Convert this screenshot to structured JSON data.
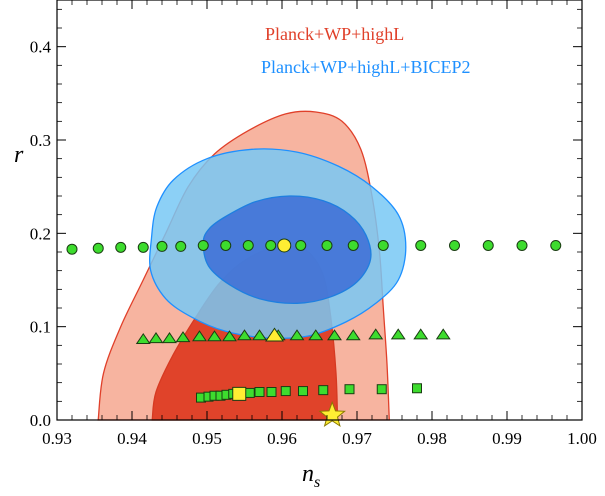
{
  "chart_data": {
    "type": "scatter",
    "xlabel_main": "n",
    "xlabel_sub": "s",
    "ylabel": "r",
    "xlim": [
      0.93,
      1.0
    ],
    "ylim": [
      0.0,
      0.45
    ],
    "x_ticks": [
      "0.93",
      "0.94",
      "0.95",
      "0.96",
      "0.97",
      "0.98",
      "0.99",
      "1.00"
    ],
    "x_tick_values": [
      0.93,
      0.94,
      0.95,
      0.96,
      0.97,
      0.98,
      0.99,
      1.0
    ],
    "y_ticks": [
      "0.0",
      "0.1",
      "0.2",
      "0.3",
      "0.4"
    ],
    "y_tick_values": [
      0.0,
      0.1,
      0.2,
      0.3,
      0.4
    ],
    "legend": [
      {
        "label": "Planck+WP+highL",
        "color": "#e0402a"
      },
      {
        "label": "Planck+WP+highL+BICEP2",
        "color": "#1e90ff"
      }
    ],
    "contours": [
      {
        "name": "planck-outer",
        "fill": "#f7b4a0",
        "stroke": "#e0402a",
        "points": [
          [
            0.9355,
            0.0
          ],
          [
            0.9362,
            0.05
          ],
          [
            0.9385,
            0.1
          ],
          [
            0.9415,
            0.15
          ],
          [
            0.9445,
            0.2
          ],
          [
            0.9475,
            0.25
          ],
          [
            0.951,
            0.285
          ],
          [
            0.9555,
            0.31
          ],
          [
            0.9605,
            0.328
          ],
          [
            0.9645,
            0.33
          ],
          [
            0.968,
            0.32
          ],
          [
            0.9705,
            0.29
          ],
          [
            0.972,
            0.24
          ],
          [
            0.973,
            0.18
          ],
          [
            0.9735,
            0.12
          ],
          [
            0.974,
            0.06
          ],
          [
            0.9743,
            0.0
          ]
        ]
      },
      {
        "name": "planck-inner",
        "fill": "#e0432a",
        "stroke": "#d63a22",
        "points": [
          [
            0.9427,
            0.0
          ],
          [
            0.9432,
            0.03
          ],
          [
            0.9455,
            0.07
          ],
          [
            0.9485,
            0.11
          ],
          [
            0.9515,
            0.145
          ],
          [
            0.9545,
            0.168
          ],
          [
            0.958,
            0.183
          ],
          [
            0.961,
            0.186
          ],
          [
            0.9635,
            0.18
          ],
          [
            0.9655,
            0.155
          ],
          [
            0.9665,
            0.11
          ],
          [
            0.9672,
            0.05
          ],
          [
            0.9674,
            0.0
          ]
        ]
      },
      {
        "name": "bicep-outer",
        "fill": "#78c8f5",
        "stroke": "#1e90ff",
        "opacity": 0.85,
        "points": [
          [
            0.9426,
            0.195
          ],
          [
            0.9425,
            0.16
          ],
          [
            0.9445,
            0.13
          ],
          [
            0.948,
            0.11
          ],
          [
            0.9525,
            0.095
          ],
          [
            0.958,
            0.088
          ],
          [
            0.9635,
            0.09
          ],
          [
            0.9685,
            0.105
          ],
          [
            0.9725,
            0.125
          ],
          [
            0.9755,
            0.15
          ],
          [
            0.9765,
            0.185
          ],
          [
            0.9755,
            0.22
          ],
          [
            0.972,
            0.25
          ],
          [
            0.9675,
            0.272
          ],
          [
            0.962,
            0.287
          ],
          [
            0.956,
            0.29
          ],
          [
            0.95,
            0.28
          ],
          [
            0.9455,
            0.257
          ],
          [
            0.9433,
            0.228
          ]
        ]
      },
      {
        "name": "bicep-inner",
        "fill": "#3f6fd6",
        "stroke": "#1e7fe0",
        "opacity": 0.88,
        "points": [
          [
            0.9495,
            0.19
          ],
          [
            0.9502,
            0.165
          ],
          [
            0.953,
            0.145
          ],
          [
            0.957,
            0.13
          ],
          [
            0.962,
            0.125
          ],
          [
            0.9665,
            0.132
          ],
          [
            0.97,
            0.148
          ],
          [
            0.9718,
            0.172
          ],
          [
            0.9712,
            0.198
          ],
          [
            0.969,
            0.22
          ],
          [
            0.9655,
            0.235
          ],
          [
            0.961,
            0.24
          ],
          [
            0.9565,
            0.234
          ],
          [
            0.9525,
            0.218
          ],
          [
            0.9503,
            0.205
          ]
        ]
      }
    ],
    "series": [
      {
        "marker": "circle",
        "color": "#3ddc2e",
        "x": [
          0.932,
          0.9355,
          0.9385,
          0.9415,
          0.944,
          0.9465,
          0.9495,
          0.9525,
          0.9555,
          0.9585,
          0.9625,
          0.966,
          0.9695,
          0.9735,
          0.9785,
          0.983,
          0.9875,
          0.992,
          0.9965
        ],
        "y": [
          0.183,
          0.184,
          0.185,
          0.185,
          0.186,
          0.186,
          0.187,
          0.187,
          0.187,
          0.187,
          0.187,
          0.187,
          0.187,
          0.187,
          0.187,
          0.187,
          0.187,
          0.187,
          0.187
        ]
      },
      {
        "marker": "triangle",
        "color": "#3ddc2e",
        "x": [
          0.9415,
          0.9432,
          0.945,
          0.9468,
          0.949,
          0.951,
          0.953,
          0.955,
          0.957,
          0.9595,
          0.962,
          0.9645,
          0.967,
          0.9695,
          0.9725,
          0.9755,
          0.9785,
          0.9815
        ],
        "y": [
          0.086,
          0.087,
          0.087,
          0.088,
          0.089,
          0.089,
          0.089,
          0.09,
          0.09,
          0.09,
          0.09,
          0.09,
          0.09,
          0.09,
          0.091,
          0.091,
          0.091,
          0.091
        ]
      },
      {
        "marker": "square",
        "color": "#3ddc2e",
        "x": [
          0.9492,
          0.9502,
          0.951,
          0.9518,
          0.9526,
          0.9535,
          0.9545,
          0.9557,
          0.957,
          0.9586,
          0.9605,
          0.9628,
          0.9655,
          0.969,
          0.9733,
          0.978
        ],
        "y": [
          0.024,
          0.025,
          0.026,
          0.026,
          0.027,
          0.028,
          0.028,
          0.029,
          0.03,
          0.03,
          0.031,
          0.031,
          0.032,
          0.033,
          0.033,
          0.034
        ]
      }
    ],
    "highlights": [
      {
        "marker": "circle",
        "color": "#ffee33",
        "x": 0.9603,
        "y": 0.187
      },
      {
        "marker": "triangle",
        "color": "#ffee33",
        "x": 0.959,
        "y": 0.09
      },
      {
        "marker": "square",
        "color": "#ffee33",
        "x": 0.9543,
        "y": 0.028
      },
      {
        "marker": "star",
        "color": "#ffee33",
        "x": 0.9667,
        "y": 0.005
      }
    ],
    "grid": false
  }
}
